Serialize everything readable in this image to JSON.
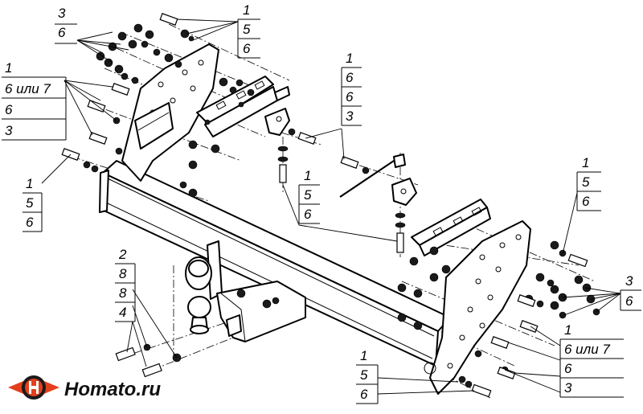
{
  "brand": {
    "name": "Homato.ru",
    "logo_colors": [
      "#e2401c",
      "#1a1a1a"
    ]
  },
  "callouts": {
    "top_left_a": [
      "3",
      "6"
    ],
    "top_center": [
      "1",
      "5",
      "6"
    ],
    "left_middle": [
      "1",
      "6 или 7",
      "6",
      "3"
    ],
    "left_lower": [
      "1",
      "5",
      "6"
    ],
    "center_upper": [
      "1",
      "6",
      "6",
      "3"
    ],
    "center_lower": [
      "1",
      "5",
      "6"
    ],
    "right_upper": [
      "1",
      "5",
      "6"
    ],
    "right_middle": [
      "3",
      "6"
    ],
    "right_lower": [
      "1",
      "6 или 7",
      "6",
      "3"
    ],
    "bottom_left": [
      "2",
      "8",
      "8",
      "4"
    ],
    "bottom_center": [
      "1",
      "5",
      "6"
    ]
  }
}
